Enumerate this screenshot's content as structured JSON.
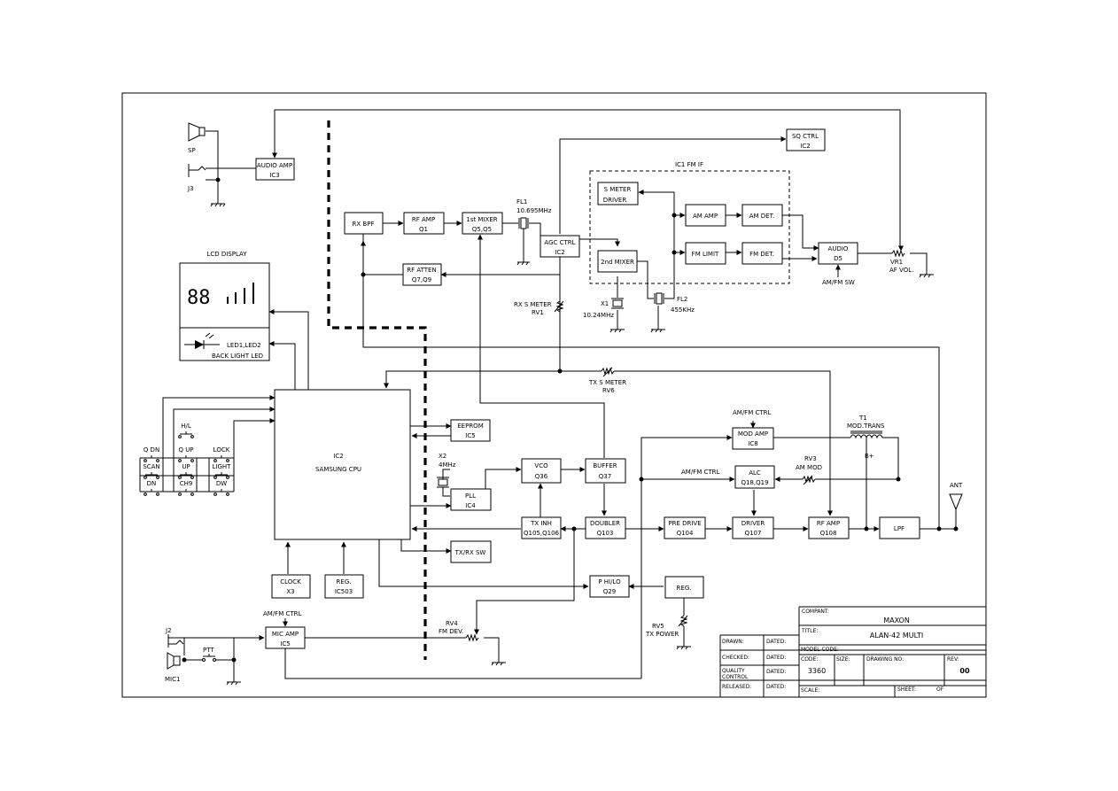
{
  "blocks": {
    "audio_amp": [
      "AUDIO AMP",
      "IC3"
    ],
    "sq_ctrl": [
      "SQ CTRL",
      "IC2"
    ],
    "rx_bpf": [
      "RX BPF"
    ],
    "rf_amp_rx": [
      "RF AMP",
      "Q1"
    ],
    "mixer1": [
      "1st MIXER",
      "Q5,Q5"
    ],
    "agc_ctrl": [
      "AGC CTRL",
      "IC2"
    ],
    "rf_atten": [
      "RF ATTEN",
      "Q7,Q9"
    ],
    "s_meter_driver": [
      "S METER",
      "DRIVER"
    ],
    "am_amp": [
      "AM AMP"
    ],
    "am_det": [
      "AM DET."
    ],
    "mixer2": [
      "2nd MIXER"
    ],
    "fm_limit": [
      "FM LIMIT"
    ],
    "fm_det": [
      "FM DET."
    ],
    "audio_d5": [
      "AUDIO",
      "D5"
    ],
    "eeprom": [
      "EEPROM",
      "IC5"
    ],
    "vco": [
      "VCO",
      "Q36"
    ],
    "buffer": [
      "BUFFER",
      "Q37"
    ],
    "pll": [
      "PLL",
      "IC4"
    ],
    "tx_inh": [
      "TX INH",
      "Q105,Q106"
    ],
    "doubler": [
      "DOUBLER",
      "Q103"
    ],
    "pre_drive": [
      "PRE DRIVE",
      "Q104"
    ],
    "driver": [
      "DRIVER",
      "Q107"
    ],
    "rf_amp_tx": [
      "RF AMP",
      "Q108"
    ],
    "lpf": [
      "LPF"
    ],
    "mod_amp": [
      "MOD AMP",
      "IC8"
    ],
    "alc": [
      "ALC",
      "Q18,Q19"
    ],
    "tx_rx_sw": [
      "TX/RX SW"
    ],
    "clock": [
      "CLOCK",
      "X3"
    ],
    "reg_ic503": [
      "REG.",
      "IC503"
    ],
    "p_hi_lo": [
      "P HI/LO",
      "Q29"
    ],
    "reg": [
      "REG."
    ],
    "mic_amp": [
      "MIC AMP",
      "IC5"
    ],
    "cpu": [
      "IC2",
      "SAMSUNG CPU"
    ]
  },
  "labels": {
    "ic1_fm_if": "IC1    FM IF",
    "sp": "SP",
    "j3": "J3",
    "lcd_display": "LCD DISPLAY",
    "lcd_digits": "88",
    "led": "LED1,LED2",
    "back_light_led": "BACK LIGHT LED",
    "fl1": "FL1",
    "fl1_freq": "10.695MHz",
    "fl2": "FL2",
    "fl2_freq": "455KHz",
    "x1": "X1",
    "x1_freq": "10.24MHz",
    "rx_s_meter": "RX S METER",
    "rv1": "RV1",
    "vr1": "VR1",
    "af_vol": "AF VOL.",
    "am_fm_sw": "AM/FM SW",
    "tx_s_meter": "TX S METER",
    "rv6": "RV6",
    "x2": "X2",
    "x2_freq": "4MHz",
    "am_fm_ctrl_mod": "AM/FM CTRL",
    "am_fm_ctrl_alc": "AM/FM CTRL",
    "am_fm_ctrl_mic": "AM/FM CTRL",
    "t1": "T1",
    "mod_trans": "MOD.TRANS",
    "b_plus": "B+",
    "rv3": "RV3",
    "am_mod": "AM MOD",
    "ant": "ANT",
    "rv4": "RV4",
    "fm_dev": "FM DEV.",
    "rv5": "RV5",
    "tx_power": "TX POWER",
    "j2": "J2",
    "ptt": "PTT",
    "mic1": "MIC1"
  },
  "switches": [
    "Q DN",
    "H/L",
    "LOCK",
    "SCAN",
    "Q UP",
    "DN",
    "UP",
    "LIGHT",
    "CH9",
    "DW"
  ],
  "title_block": {
    "company_label": "COMPANT:",
    "company": "MAXON",
    "title_label": "TITLE:",
    "title": "ALAN-42 MULTI",
    "model_code_label": "MODEL CODE:",
    "drawn": "DRAWN:",
    "checked": "CHECKED:",
    "quality": "QUALITY",
    "control": "CONTROL",
    "released": "RELEASED:",
    "dated": "DATED:",
    "code_label": "CODE:",
    "code": "3360",
    "size_label": "SIZE:",
    "drawing_no_label": "DRAWING NO:",
    "rev_label": "REV:",
    "rev": "00",
    "scale_label": "SCALE:",
    "sheet_label": "SHEET:",
    "of_label": "OF"
  }
}
